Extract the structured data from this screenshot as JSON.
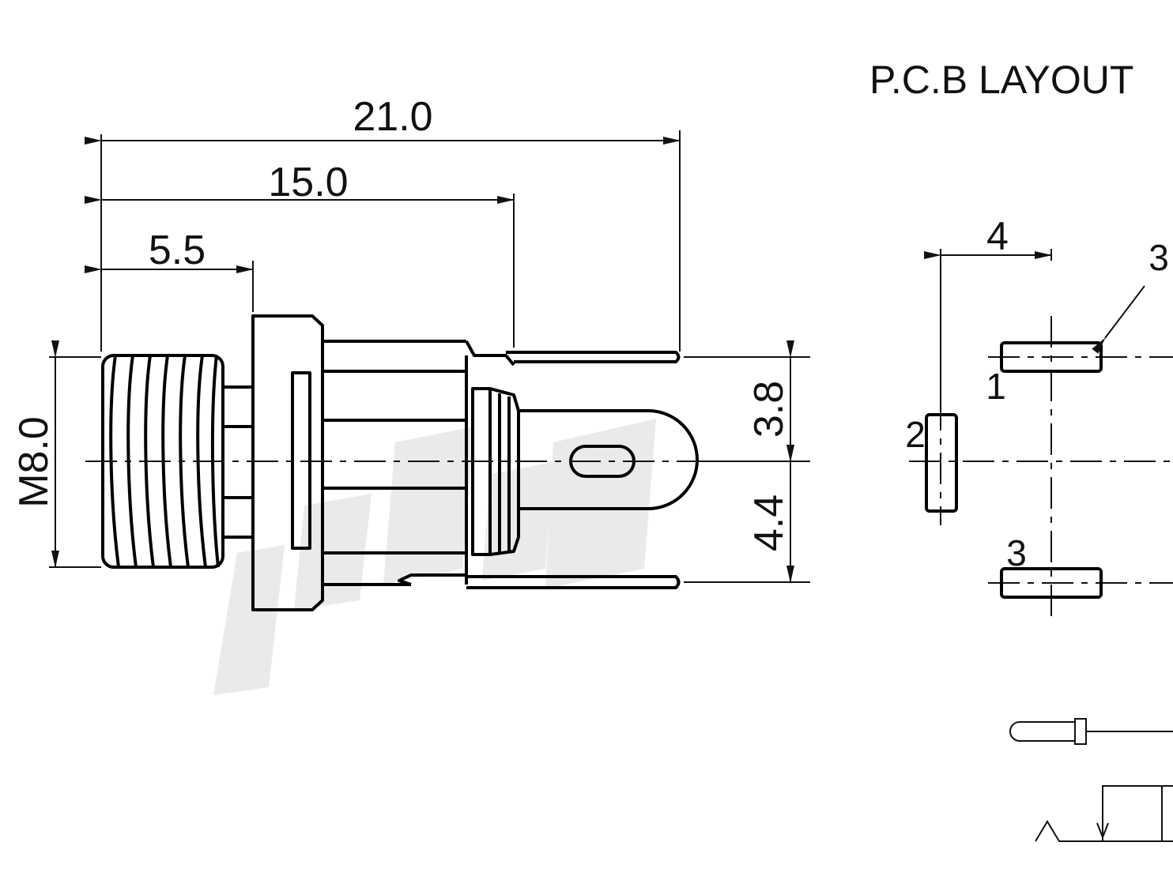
{
  "side_view": {
    "dims": {
      "overall_length": "21.0",
      "to_terminal": "15.0",
      "thread_length": "5.5",
      "thread_size": "M8.0",
      "upper_offset": "3.8",
      "lower_offset": "4.4"
    }
  },
  "pcb_layout": {
    "title": "P.C.B LAYOUT",
    "pitch": "4",
    "pins": [
      "1",
      "2",
      "3",
      "3"
    ]
  },
  "colors": {
    "line": "#111111",
    "background": "#ffffff",
    "watermark": "#d9d9d9"
  }
}
